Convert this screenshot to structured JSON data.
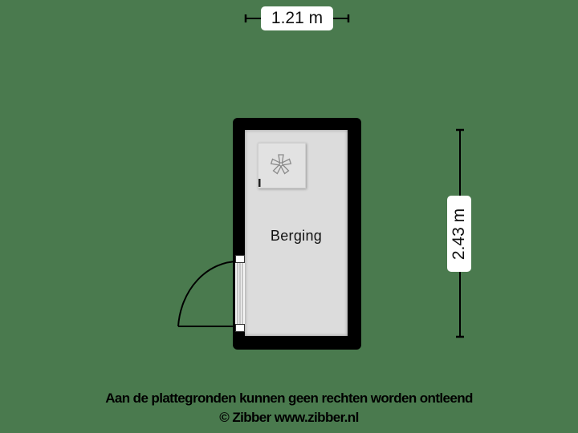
{
  "floorplan": {
    "room": {
      "label": "Berging"
    },
    "appliance": {
      "icon": "fan-icon"
    },
    "door": {
      "icon": "door-swing-icon"
    }
  },
  "dimensions": {
    "width": {
      "label": "1.21 m"
    },
    "height": {
      "label": "2.43 m"
    }
  },
  "footer": {
    "disclaimer": "Aan de plattegronden kunnen geen rechten worden ontleend",
    "copyright": "© Zibber www.zibber.nl"
  },
  "colors": {
    "background": "#4a7a4e",
    "wall": "#000000",
    "floor": "#dcdcdc",
    "label_bg": "#ffffff"
  }
}
